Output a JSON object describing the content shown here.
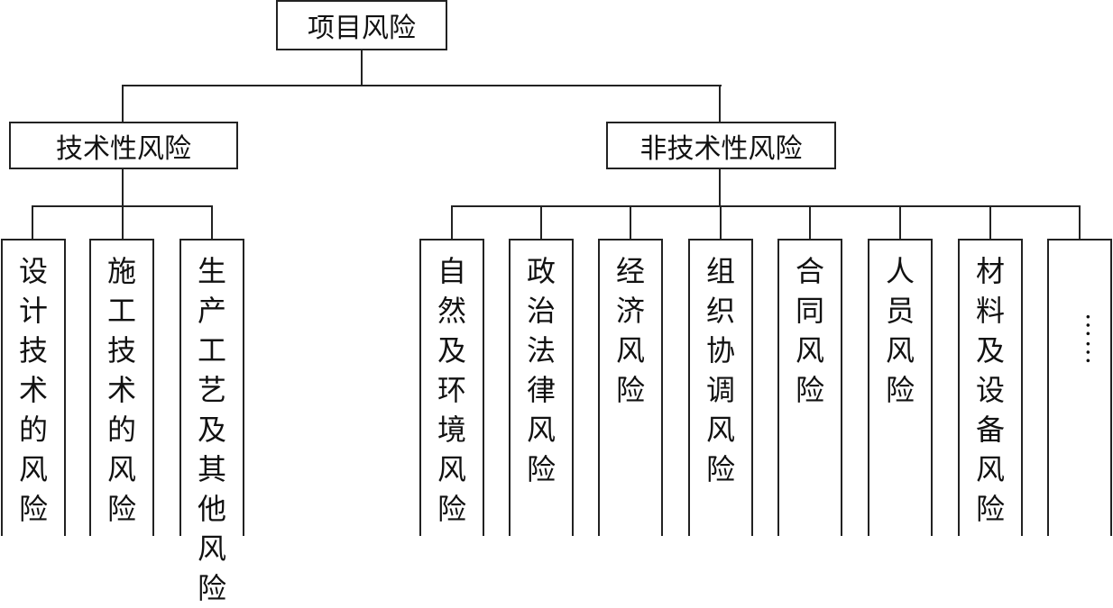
{
  "root": {
    "label": "项目风险"
  },
  "branches": [
    {
      "label": "技术性风险",
      "children": [
        "设计技术的风险",
        "施工技术的风险",
        "生产工艺及其他风险"
      ]
    },
    {
      "label": "非技术性风险",
      "children": [
        "自然及环境风险",
        "政治法律风险",
        "经济风险",
        "组织协调风险",
        "合同风险",
        "人员风险",
        "材料及设备风险",
        "……"
      ]
    }
  ]
}
